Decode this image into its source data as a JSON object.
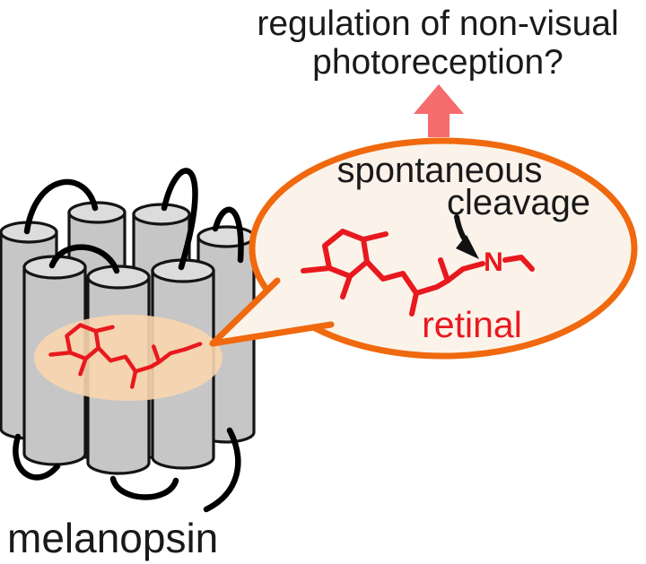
{
  "figure": {
    "title_line1": "regulation of non-visual",
    "title_line2": "photoreception?",
    "bubble": {
      "annotation_line1": "spontaneous",
      "annotation_line2": "cleavage",
      "molecule_label": "retinal",
      "nitrogen_label": "N"
    },
    "protein_label": "melanopsin",
    "helix_count": 7,
    "colors": {
      "background": "#FFFFFF",
      "text_black": "#1A1A1A",
      "up_arrow": "#F66B6D",
      "bubble_border": "#F0690E",
      "bubble_fill": "#FBF3EA",
      "retinal_red": "#E8191E",
      "binding_pocket": "#F9D5AE",
      "helix_body": "#C6C6C6",
      "helix_top": "#DCDCDC",
      "outline": "#141414"
    }
  }
}
